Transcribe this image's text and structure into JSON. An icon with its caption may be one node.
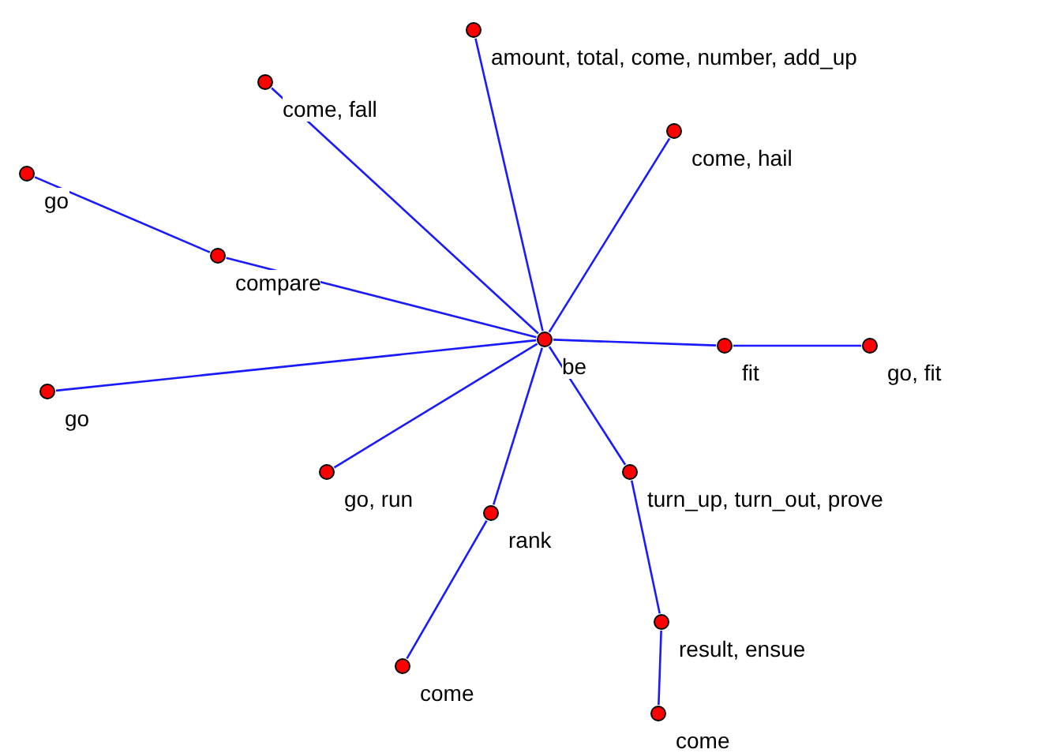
{
  "diagram": {
    "nodes": [
      {
        "text": [],
        "shape": "circle",
        "beside": [
          "amount, total, come, number, add_up"
        ]
      },
      {
        "text": [],
        "shape": "circle",
        "beside": [
          "come, fall"
        ]
      },
      {
        "text": [],
        "shape": "circle",
        "beside": [
          "come, hail"
        ]
      },
      {
        "text": [],
        "shape": "circle",
        "beside": [
          "go"
        ]
      },
      {
        "text": [],
        "shape": "circle",
        "beside": [
          "compare"
        ]
      },
      {
        "text": [],
        "shape": "circle",
        "beside": [
          "be"
        ]
      },
      {
        "text": [],
        "shape": "circle",
        "beside": [
          "fit"
        ]
      },
      {
        "text": [],
        "shape": "circle",
        "beside": [
          "go, fit"
        ]
      },
      {
        "text": [],
        "shape": "circle",
        "beside": [
          "go"
        ]
      },
      {
        "text": [],
        "shape": "circle",
        "beside": [
          "go, run"
        ]
      },
      {
        "text": [],
        "shape": "circle",
        "beside": [
          "turn_up, turn_out, prove"
        ]
      },
      {
        "text": [],
        "shape": "circle",
        "beside": [
          "rank"
        ]
      },
      {
        "text": [],
        "shape": "circle",
        "beside": [
          "result, ensue"
        ]
      },
      {
        "text": [],
        "shape": "circle",
        "beside": [
          "come"
        ]
      },
      {
        "text": [],
        "shape": "circle",
        "beside": [
          "come"
        ]
      }
    ],
    "edges": [
      {
        "from": 5,
        "to": 0,
        "arrow": "none"
      },
      {
        "from": 5,
        "to": 1,
        "arrow": "none"
      },
      {
        "from": 5,
        "to": 2,
        "arrow": "none"
      },
      {
        "from": 3,
        "to": 4,
        "arrow": "none"
      },
      {
        "from": 5,
        "to": 4,
        "arrow": "none"
      },
      {
        "from": 5,
        "to": 8,
        "arrow": "none"
      },
      {
        "from": 5,
        "to": 9,
        "arrow": "none"
      },
      {
        "from": 5,
        "to": 11,
        "arrow": "none"
      },
      {
        "from": 11,
        "to": 13,
        "arrow": "none"
      },
      {
        "from": 5,
        "to": 6,
        "arrow": "none"
      },
      {
        "from": 6,
        "to": 7,
        "arrow": "none"
      },
      {
        "from": 5,
        "to": 10,
        "arrow": "none"
      },
      {
        "from": 10,
        "to": 12,
        "arrow": "none"
      },
      {
        "from": 12,
        "to": 14,
        "arrow": "none"
      }
    ]
  }
}
